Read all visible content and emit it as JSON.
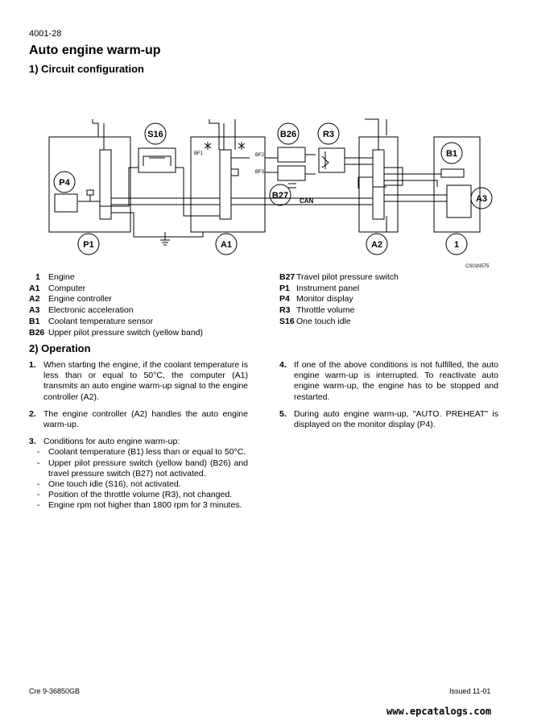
{
  "header": {
    "page_code": "4001-28",
    "title": "Auto engine warm-up",
    "section1": "1) Circuit configuration"
  },
  "diagram": {
    "labels": {
      "s16": "S16",
      "b26": "B26",
      "r3": "R3",
      "b1": "B1",
      "p4": "P4",
      "a3": "A3",
      "b27": "B27",
      "p1": "P1",
      "a1": "A1",
      "a2": "A2",
      "one": "1",
      "can": "CAN",
      "code": "CS01N575",
      "bf1": "BF1",
      "bf2": "BF2",
      "bf3": "BF3"
    }
  },
  "legend_left": [
    {
      "code": "1",
      "text": "Engine"
    },
    {
      "code": "A1",
      "text": "Computer"
    },
    {
      "code": "A2",
      "text": "Engine controller"
    },
    {
      "code": "A3",
      "text": "Electronic acceleration"
    },
    {
      "code": "B1",
      "text": "Coolant temperature sensor"
    },
    {
      "code": "B26",
      "text": "Upper pilot pressure switch (yellow band)"
    }
  ],
  "legend_right": [
    {
      "code": "B27",
      "text": "Travel pilot pressure switch"
    },
    {
      "code": "P1",
      "text": "Instrument panel"
    },
    {
      "code": "P4",
      "text": "Monitor display"
    },
    {
      "code": "R3",
      "text": "Throttle volume"
    },
    {
      "code": "S16",
      "text": "One touch idle"
    }
  ],
  "section2": "2) Operation",
  "operation": {
    "item1": {
      "num": "1.",
      "text": "When starting the engine, if the coolant temperature is less than or equal to 50°C, the computer (A1) transmits an auto engine warm-up signal to the engine controller (A2)."
    },
    "item2": {
      "num": "2.",
      "text": "The engine controller (A2) handles the auto engine warm-up."
    },
    "item3": {
      "num": "3.",
      "text": "Conditions for auto engine warm-up:",
      "conditions": [
        "Coolant temperature (B1) less than or equal to 50°C.",
        "Upper pilot pressure switch (yellow band) (B26) and travel pressure switch (B27) not activated.",
        "One touch idle (S16), not activated.",
        "Position of the throttle volume (R3), not changed.",
        "Engine rpm not higher than 1800 rpm for 3 minutes."
      ]
    },
    "item4": {
      "num": "4.",
      "text": "If one of the above conditions is not fulfilled, the auto engine warm-up is interrupted. To reactivate auto engine warm-up, the engine has to be stopped and restarted."
    },
    "item5": {
      "num": "5.",
      "text": "During auto engine warm-up, \"AUTO. PREHEAT\" is displayed on the monitor display (P4)."
    }
  },
  "footer": {
    "doc_ref": "Cre  9-36850GB",
    "issued": "Issued 11-01"
  },
  "watermark": "www.epcatalogs.com"
}
